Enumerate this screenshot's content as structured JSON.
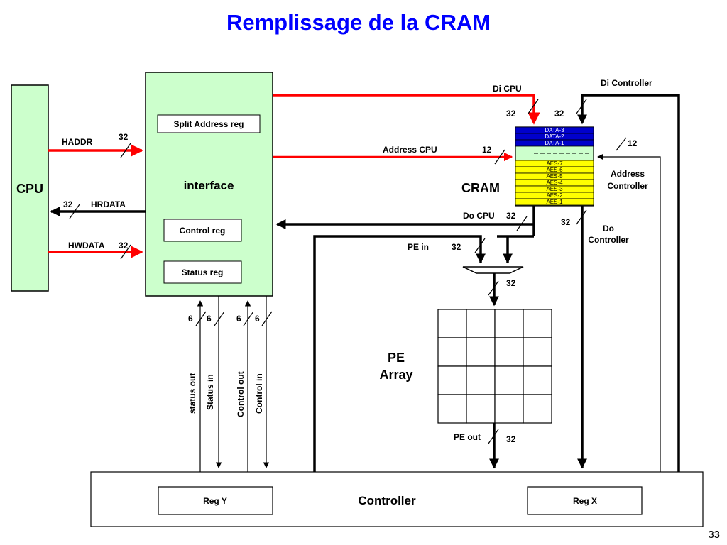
{
  "title": "Remplissage de la CRAM",
  "page_number": "33",
  "colors": {
    "title": "#0000ff",
    "block_fill": "#ccffcc",
    "red_line": "#ff0000",
    "cram_blue": "#0000cc",
    "cram_yellow": "#ffff00"
  },
  "cpu": {
    "label": "CPU"
  },
  "interface": {
    "label": "interface",
    "split_address_reg": "Split Address reg",
    "control_reg": "Control reg",
    "status_reg": "Status reg"
  },
  "cram": {
    "label": "CRAM",
    "data_rows": [
      "DATA-3",
      "DATA-2",
      "DATA-1"
    ],
    "aes_rows": [
      "AES-7",
      "AES-6",
      "AES-5",
      "AES-4",
      "AES-3",
      "AES-2",
      "AES-1"
    ]
  },
  "pe_array": {
    "label_line1": "PE",
    "label_line2": "Array"
  },
  "controller": {
    "label": "Controller",
    "reg_y": "Reg Y",
    "reg_x": "Reg X"
  },
  "signals": {
    "haddr": "HADDR",
    "haddr_width": "32",
    "hrdata": "HRDATA",
    "hrdata_width": "32",
    "hwdata": "HWDATA",
    "hwdata_width": "32",
    "di_cpu": "Di CPU",
    "di_cpu_width": "32",
    "di_controller": "Di Controller",
    "di_controller_width": "32",
    "address_cpu": "Address CPU",
    "address_cpu_width": "12",
    "address_controller_line1": "Address",
    "address_controller_line2": "Controller",
    "address_controller_width": "12",
    "do_cpu": "Do CPU",
    "do_cpu_width": "32",
    "do_controller_line1": "Do",
    "do_controller_line2": "Controller",
    "do_controller_width": "32",
    "pe_in": "PE in",
    "pe_in_width": "32",
    "mux_out_width": "32",
    "pe_out": "PE out",
    "pe_out_width": "32",
    "status_out": "status out",
    "status_in": "Status in",
    "control_out": "Control out",
    "control_in": "Control in",
    "bus_widths": [
      "6",
      "6",
      "6",
      "6"
    ]
  }
}
